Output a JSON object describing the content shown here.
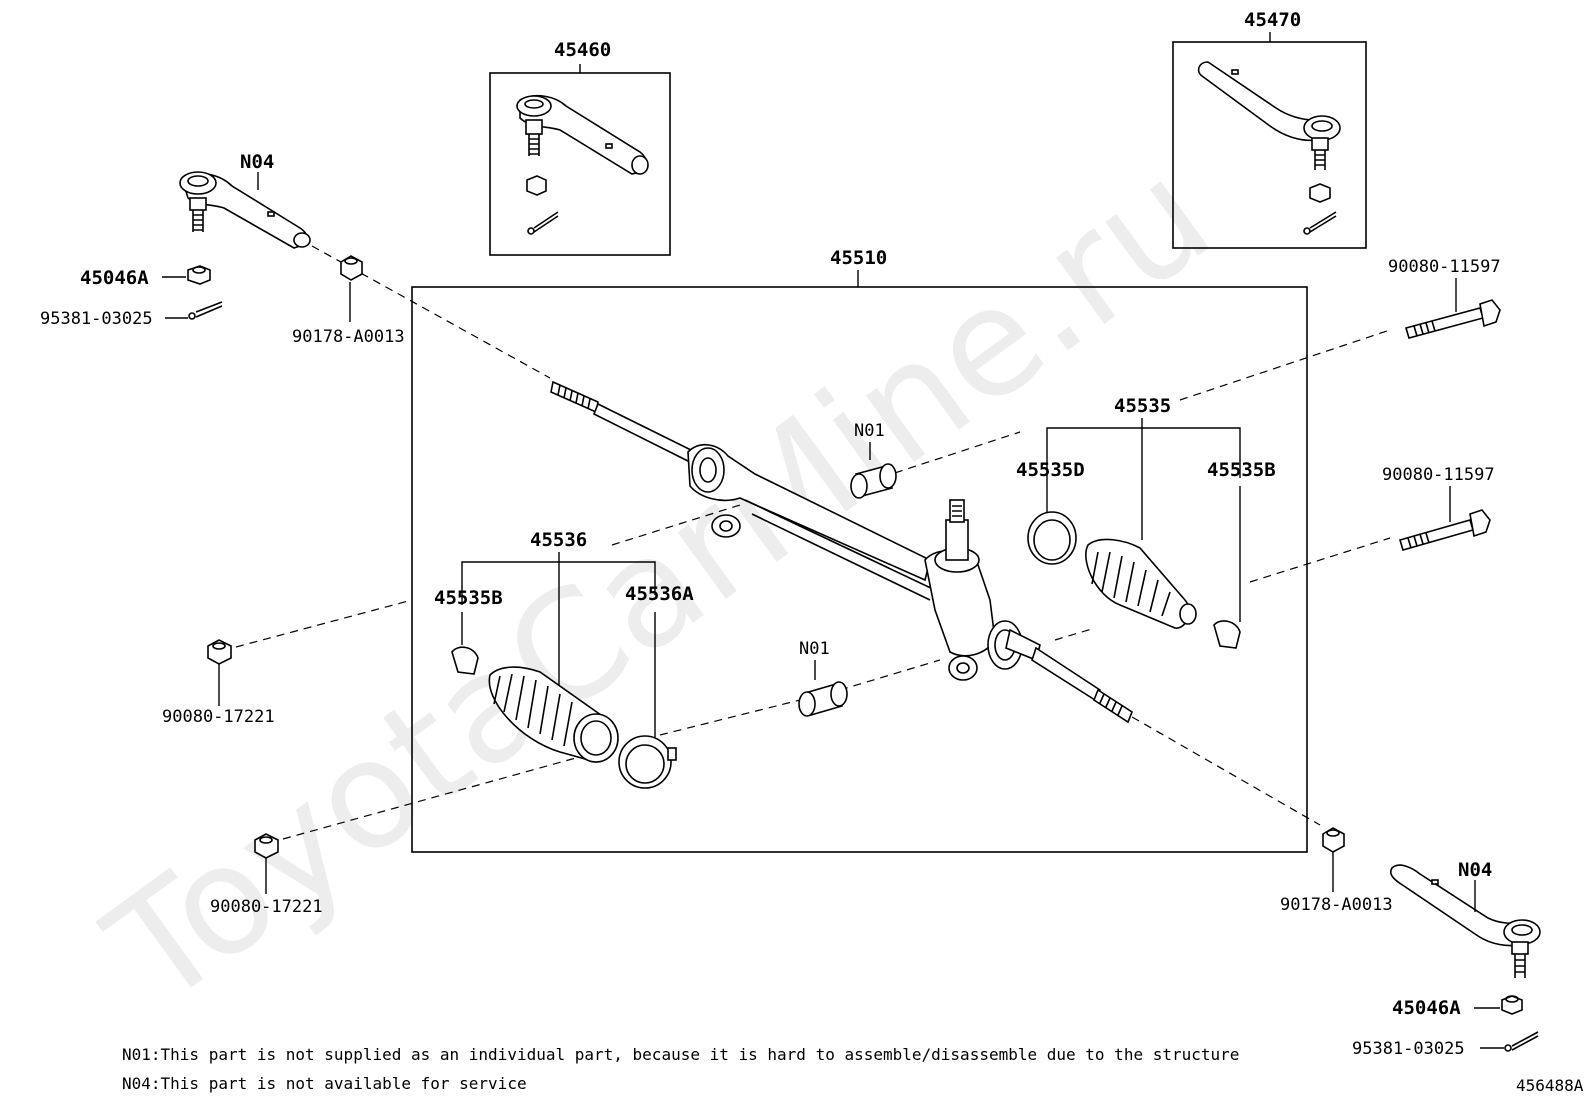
{
  "watermark": "ToyotaCarMine.ru",
  "labels": {
    "n04_left": "N04",
    "n04_right": "N04",
    "p45046a_left": "45046A",
    "p45046a_right": "45046A",
    "p95381_left": "95381-03025",
    "p95381_right": "95381-03025",
    "p90178_left": "90178-A0013",
    "p90178_right": "90178-A0013",
    "p45460": "45460",
    "p45470": "45470",
    "p45510": "45510",
    "p90080_11597_top": "90080-11597",
    "p90080_11597_mid": "90080-11597",
    "p45535": "45535",
    "p45535d": "45535D",
    "p45535b_right": "45535B",
    "p45535b_left": "45535B",
    "n01_top": "N01",
    "n01_bottom": "N01",
    "p45536": "45536",
    "p45536a": "45536A",
    "p90080_17221_left": "90080-17221",
    "p90080_17221_bottom": "90080-17221"
  },
  "notes": {
    "n01": "N01:This part is not supplied as an individual part, because it is hard to assemble/disassemble due to the structure",
    "n04": "N04:This part is not available for service"
  },
  "diagram_id": "456488A"
}
